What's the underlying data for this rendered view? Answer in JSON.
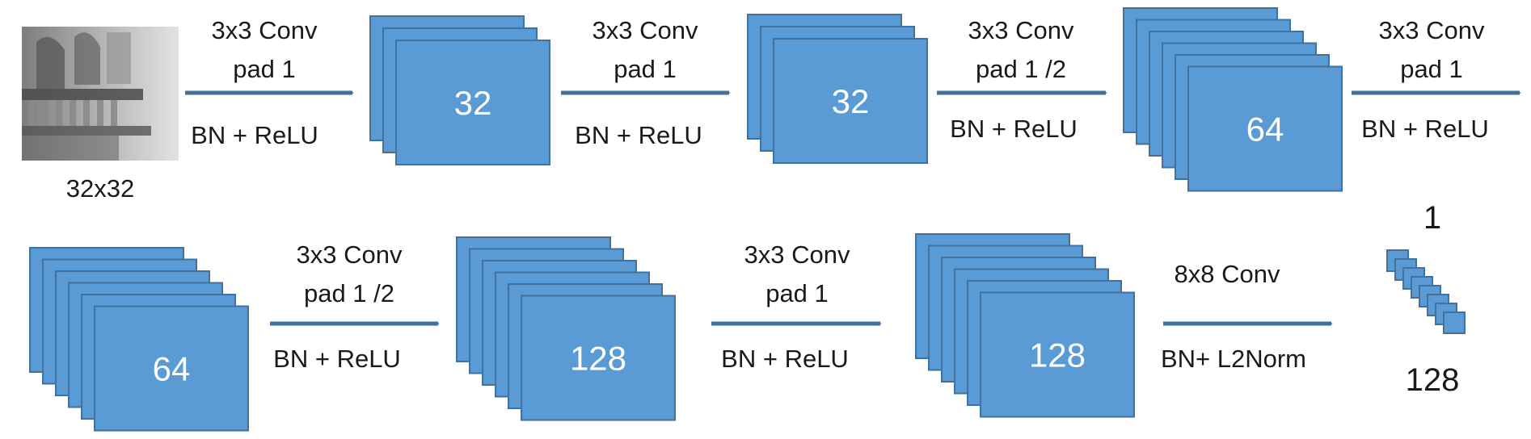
{
  "colors": {
    "feature_map_fill": "#5b9bd5",
    "feature_map_stroke": "#41719c",
    "arrow": "#41719c",
    "text": "#1a1a1a",
    "map_text": "#ffffff"
  },
  "input": {
    "caption": "32x32"
  },
  "feature_maps": [
    {
      "label": "32",
      "stack": 3
    },
    {
      "label": "32",
      "stack": 3
    },
    {
      "label": "64",
      "stack": 6
    },
    {
      "label": "64",
      "stack": 6
    },
    {
      "label": "128",
      "stack": 6
    },
    {
      "label": "128",
      "stack": 6
    }
  ],
  "layers": [
    {
      "line1": "3x3 Conv",
      "line2": "pad 1",
      "line3": "BN + ReLU"
    },
    {
      "line1": "3x3 Conv",
      "line2": "pad 1",
      "line3": "BN + ReLU"
    },
    {
      "line1": "3x3 Conv",
      "line2": "pad 1 /2",
      "line3": "BN + ReLU"
    },
    {
      "line1": "3x3 Conv",
      "line2": "pad 1",
      "line3": "BN + ReLU"
    },
    {
      "line1": "3x3 Conv",
      "line2": "pad 1 /2",
      "line3": "BN + ReLU"
    },
    {
      "line1": "3x3 Conv",
      "line2": "pad 1",
      "line3": "BN + ReLU"
    },
    {
      "line1": "8x8 Conv",
      "line2": "",
      "line3": "BN+ L2Norm"
    }
  ],
  "output": {
    "top_label": "1",
    "bottom_label": "128",
    "stack": 8
  }
}
